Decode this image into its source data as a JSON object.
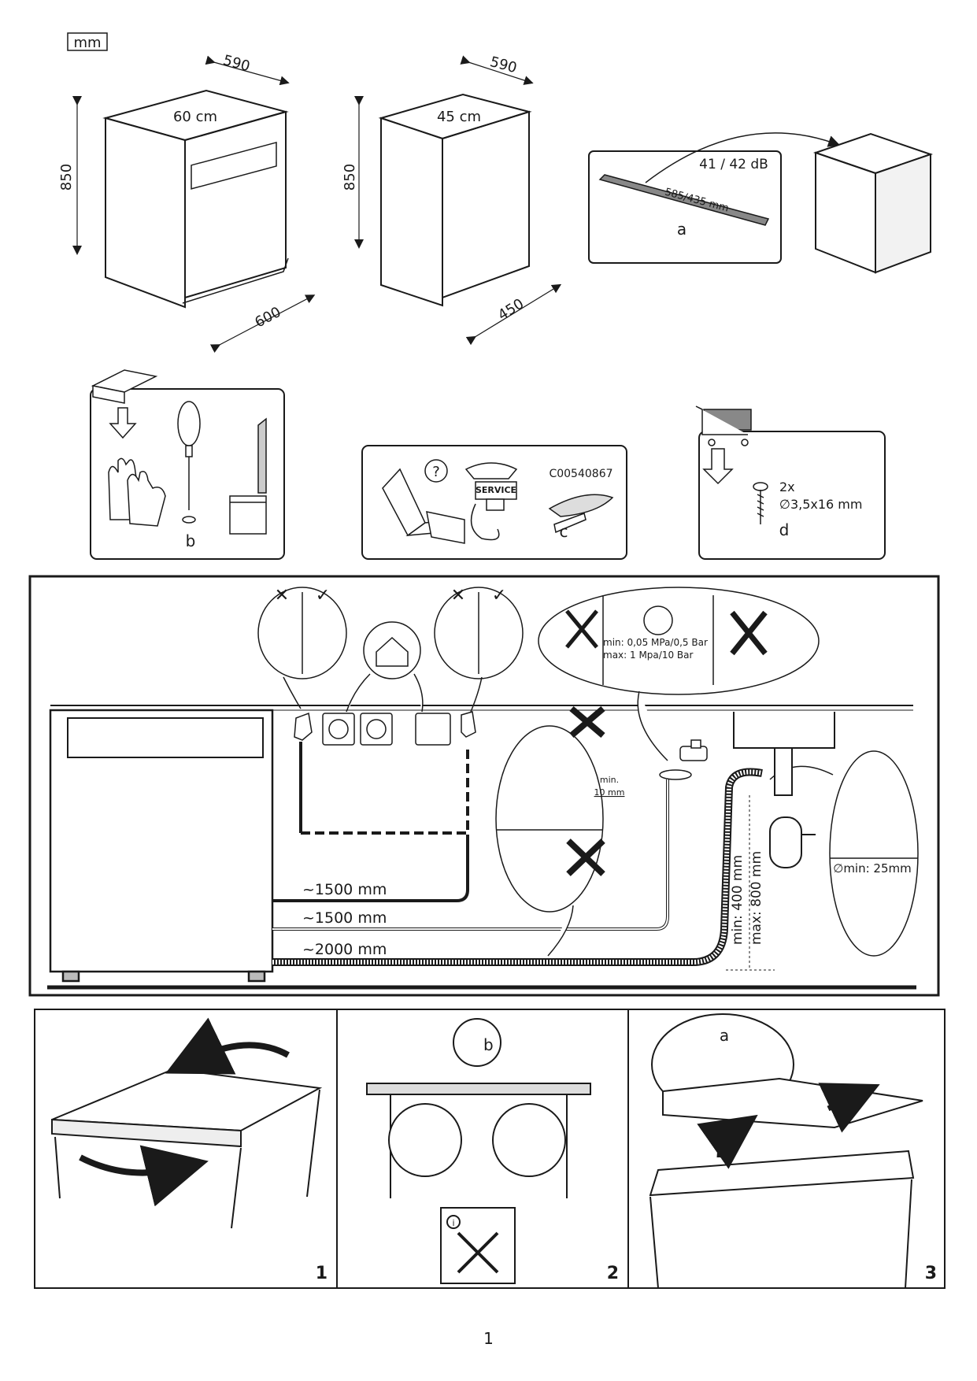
{
  "unit_label": "mm",
  "dishwasher_60": {
    "depth": "590",
    "height": "850",
    "width_label": "60 cm",
    "front_depth": "600"
  },
  "dishwasher_45": {
    "depth": "590",
    "height": "850",
    "width_label": "45 cm",
    "front_depth": "450"
  },
  "noise_panel": {
    "db": "41 / 42 dB",
    "strip_length": "585/435 mm",
    "strip_id": "a"
  },
  "tools_panel": {
    "screwdriver_id": "b"
  },
  "service_panel": {
    "question": "?",
    "service_label": "SERVICE",
    "part_code": "C00540867",
    "part_id": "c"
  },
  "screws_panel": {
    "qty": "2x",
    "size": "∅3,5x16 mm",
    "id": "d"
  },
  "install": {
    "pressure_min": "min: 0,05 MPa/0,5 Bar",
    "pressure_max": "max: 1 Mpa/10 Bar",
    "hose_min_gap_label": "min.",
    "hose_min_gap_value": "10 mm",
    "cable_length": "~1500 mm",
    "inlet_length": "~1500 mm",
    "drain_length": "~2000 mm",
    "drain_min_height": "min: 400 mm",
    "drain_max_height": "max: 800 mm",
    "siphon_diameter": "∅min: 25mm",
    "check_mark": "✓",
    "cross_mark": "✕"
  },
  "steps": [
    {
      "number": "1"
    },
    {
      "number": "2",
      "tool_id": "b",
      "info": "i"
    },
    {
      "number": "3",
      "part_id": "a"
    }
  ],
  "page_number": "1"
}
